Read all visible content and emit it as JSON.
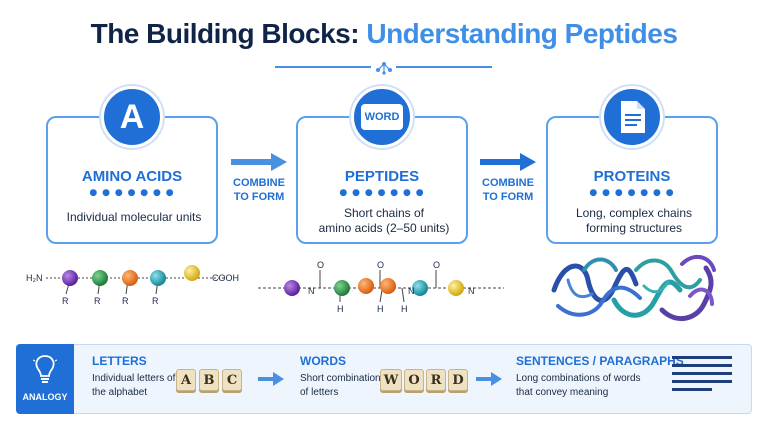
{
  "header": {
    "title_part1": "The Building Blocks:",
    "title_part2": "Understanding Peptides"
  },
  "cards": [
    {
      "badge_text": "A",
      "title": "AMINO ACIDS",
      "desc": "Individual molecular units",
      "icon": "letter-a-icon"
    },
    {
      "badge_text": "WORD",
      "title": "PEPTIDES",
      "desc_line1": "Short chains of",
      "desc_line2": "amino acids (2–50 units)",
      "icon": "word-bubble-icon"
    },
    {
      "title": "PROTEINS",
      "desc_line1": "Long, complex chains",
      "desc_line2": "forming structures",
      "icon": "document-icon"
    }
  ],
  "arrows": [
    {
      "label_line1": "COMBINE",
      "label_line2": "TO FORM"
    },
    {
      "label_line1": "COMBINE",
      "label_line2": "TO FORM"
    }
  ],
  "diagram_labels": {
    "h2n": "H₂N",
    "cooh": "COOH",
    "r": "R",
    "h": "H",
    "o": "O",
    "n": "N"
  },
  "analogy": {
    "label": "ANALOGY",
    "icon": "lightbulb-icon",
    "sections": [
      {
        "title": "LETTERS",
        "desc_line1": "Individual letters of",
        "desc_line2": "the alphabet",
        "tiles": [
          "A",
          "B",
          "C"
        ]
      },
      {
        "title": "WORDS",
        "desc_line1": "Short combinations",
        "desc_line2": "of letters",
        "tiles": [
          "W",
          "O",
          "R",
          "D"
        ]
      },
      {
        "title": "SENTENCES / PARAGRAPHS",
        "desc_line1": "Long combinations of words",
        "desc_line2": "that convey meaning"
      }
    ]
  },
  "colors": {
    "primary": "#1f6fd6",
    "accent": "#3f8fe6",
    "navy": "#0f2447",
    "purple": "#7b2fbe",
    "green": "#2e9b4a",
    "orange": "#f07a22",
    "teal": "#1fa9b8",
    "yellow": "#f2c81f"
  }
}
